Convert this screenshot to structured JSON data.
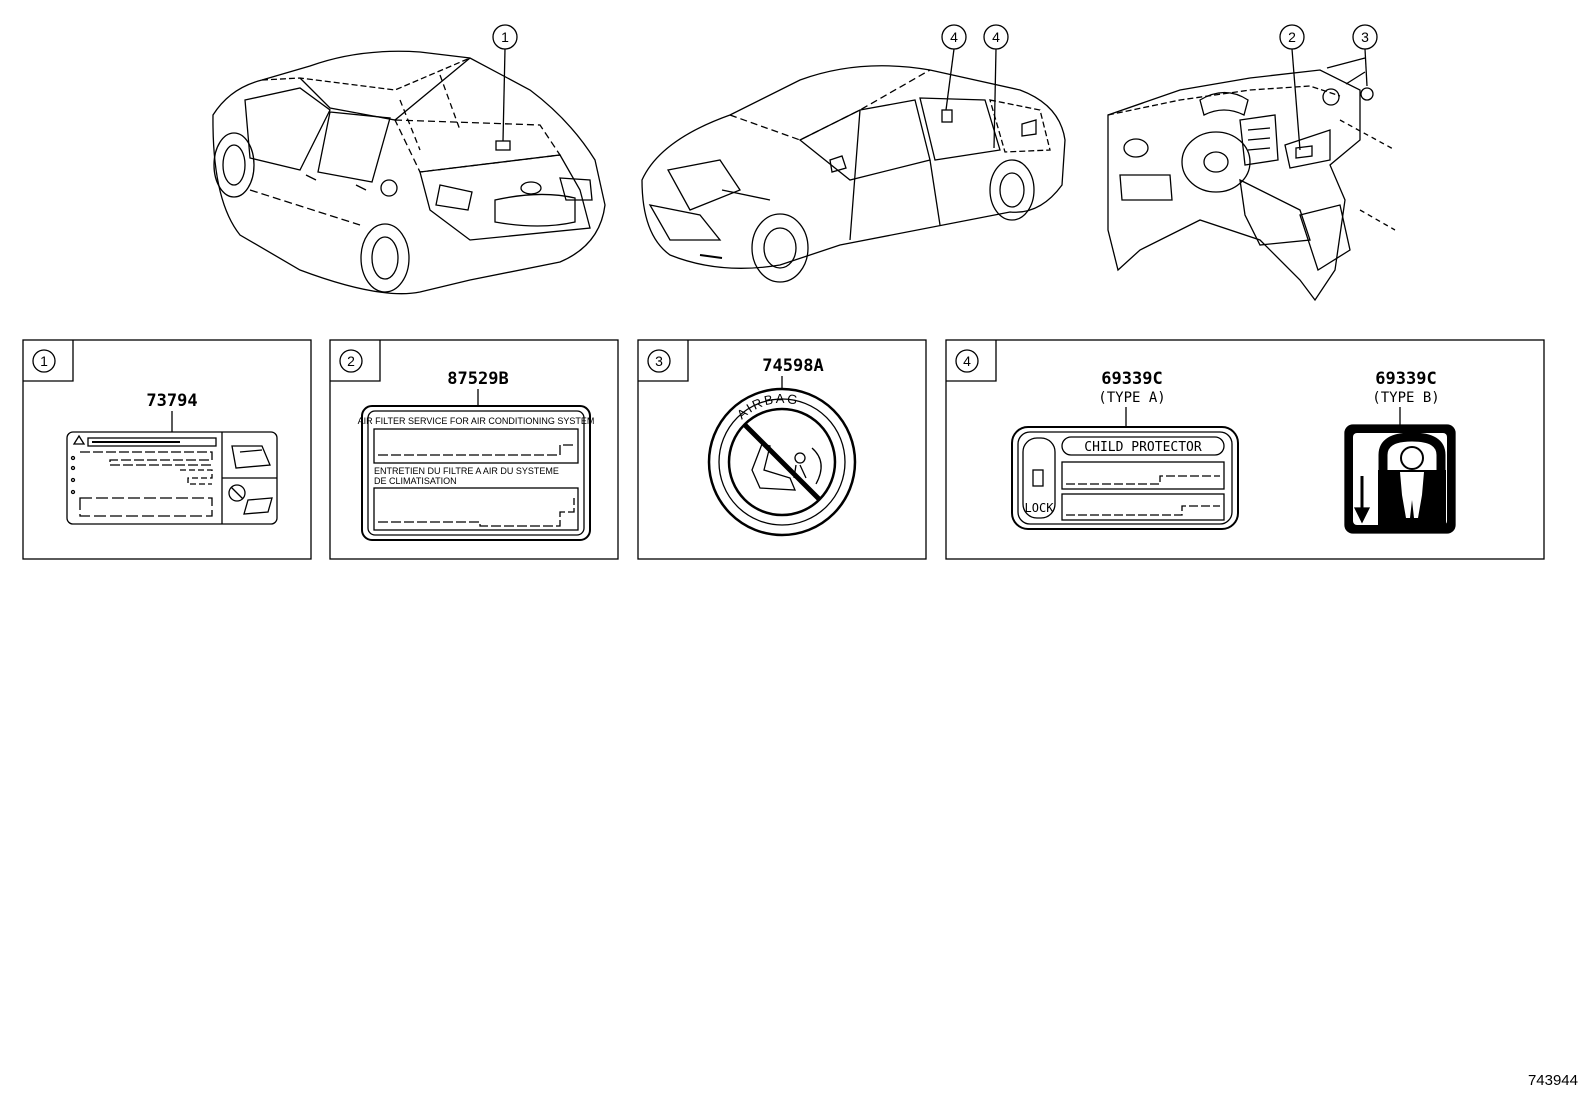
{
  "callouts": {
    "rear_car": [
      "1"
    ],
    "side_car": [
      "4",
      "4"
    ],
    "dashboard": [
      "2",
      "3"
    ]
  },
  "panels": [
    {
      "index": "1",
      "part_number": "73794"
    },
    {
      "index": "2",
      "part_number": "87529B",
      "line1": "AIR FILTER SERVICE FOR AIR CONDITIONING SYSTEM",
      "line2": "ENTRETIEN DU FILTRE A AIR DU SYSTEME",
      "line3": "DE CLIMATISATION"
    },
    {
      "index": "3",
      "part_number": "74598A",
      "ring_text": "AIRBAG"
    },
    {
      "index": "4",
      "type_a": {
        "part_number": "69339C",
        "type": "(TYPE A)",
        "title": "CHILD PROTECTOR",
        "lock": "LOCK"
      },
      "type_b": {
        "part_number": "69339C",
        "type": "(TYPE B)"
      }
    }
  ],
  "figure_code": "743944"
}
